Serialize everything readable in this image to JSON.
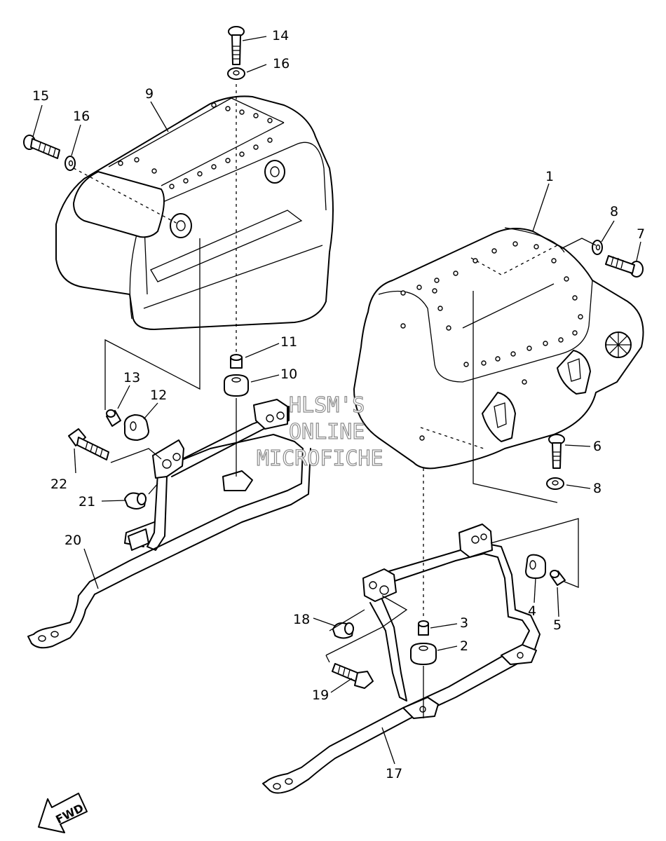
{
  "callouts": {
    "c1": "1",
    "c2": "2",
    "c3": "3",
    "c4": "4",
    "c5": "5",
    "c6": "6",
    "c7": "7",
    "c8a": "8",
    "c8b": "8",
    "c9": "9",
    "c10": "10",
    "c11": "11",
    "c12": "12",
    "c13": "13",
    "c14": "14",
    "c15": "15",
    "c16a": "16",
    "c16b": "16",
    "c17": "17",
    "c18": "18",
    "c19": "19",
    "c20": "20",
    "c21": "21",
    "c22": "22"
  },
  "watermark": {
    "line1": "HLSM'S",
    "line2": "ONLINE",
    "line3": "MICROFICHE"
  },
  "fwd_label": "FWD"
}
